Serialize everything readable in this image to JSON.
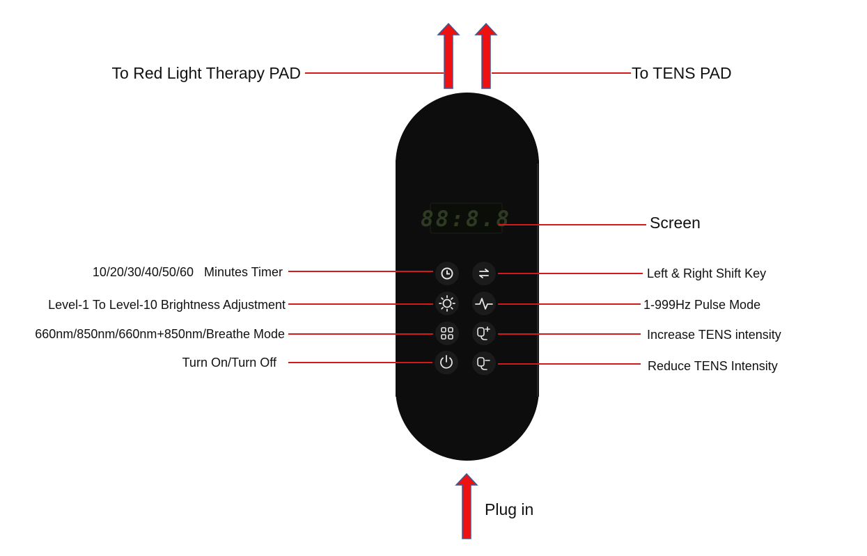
{
  "colors": {
    "leader_line": "#d21a1a",
    "arrow_fill": "#ee1111",
    "arrow_outline": "#3b5a9a",
    "device_body": "#0d0d0d",
    "button_bg": "#1b1b1b",
    "icon_stroke": "#e6e6e6",
    "display_bg": "#0a0d08",
    "display_digits": "#2f3a22"
  },
  "top_labels": {
    "left": "To Red Light Therapy PAD",
    "right": "To TENS PAD"
  },
  "screen": {
    "label": "Screen",
    "readout": "88:8.8"
  },
  "left_buttons": [
    {
      "label": "10/20/30/40/50/60   Minutes Timer",
      "icon": "clock-icon"
    },
    {
      "label": "Level-1 To Level-10 Brightness Adjustment",
      "icon": "sun-icon"
    },
    {
      "label": "660nm/850nm/660nm+850nm/Breathe Mode",
      "icon": "grid-icon"
    },
    {
      "label": "Turn On/Turn Off",
      "icon": "power-icon"
    }
  ],
  "right_buttons": [
    {
      "label": "Left & Right Shift Key",
      "icon": "swap-arrows-icon"
    },
    {
      "label": "1-999Hz Pulse Mode",
      "icon": "pulse-icon"
    },
    {
      "label": "Increase TENS intensity",
      "icon": "tens-plus-icon"
    },
    {
      "label": "Reduce TENS Intensity",
      "icon": "tens-minus-icon"
    }
  ],
  "bottom_label": "Plug in"
}
